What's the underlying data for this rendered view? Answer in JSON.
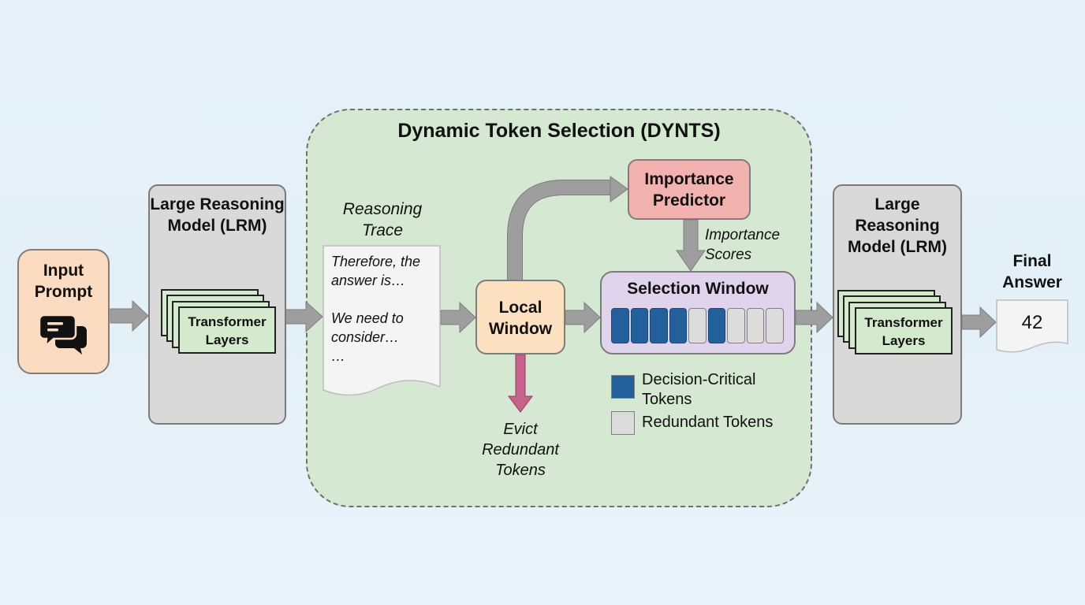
{
  "title": "Dynamic Token Selection (DYNTS)",
  "input_prompt": {
    "label": "Input Prompt",
    "icon": "chat-bubbles-icon"
  },
  "lrm_left": {
    "label": "Large Reasoning Model (LRM)",
    "layers_label": "Transformer Layers"
  },
  "reasoning_trace": {
    "title": "Reasoning Trace",
    "lines": [
      "Therefore, the answer is…",
      "",
      "We need to consider…",
      "…"
    ]
  },
  "local_window": {
    "label": "Local Window"
  },
  "importance_predictor": {
    "label": "Importance Predictor"
  },
  "importance_scores": {
    "label": "Importance Scores"
  },
  "selection_window": {
    "label": "Selection Window",
    "tokens": [
      "critical",
      "critical",
      "critical",
      "critical",
      "redundant",
      "critical",
      "redundant",
      "redundant",
      "redundant"
    ]
  },
  "evict": {
    "label": "Evict Redundant Tokens"
  },
  "legend": [
    {
      "key": "critical",
      "label": "Decision-Critical Tokens",
      "color": "#22609b"
    },
    {
      "key": "redundant",
      "label": "Redundant Tokens",
      "color": "#dcdcdc"
    }
  ],
  "lrm_right": {
    "label": "Large Reasoning Model (LRM)",
    "layers_label": "Transformer Layers"
  },
  "final_answer": {
    "label": "Final Answer",
    "value": "42"
  },
  "colors": {
    "arrow": "#9e9e9e",
    "evict_arrow": "#c9628a",
    "dynts_bg": "#d5e8d2"
  }
}
